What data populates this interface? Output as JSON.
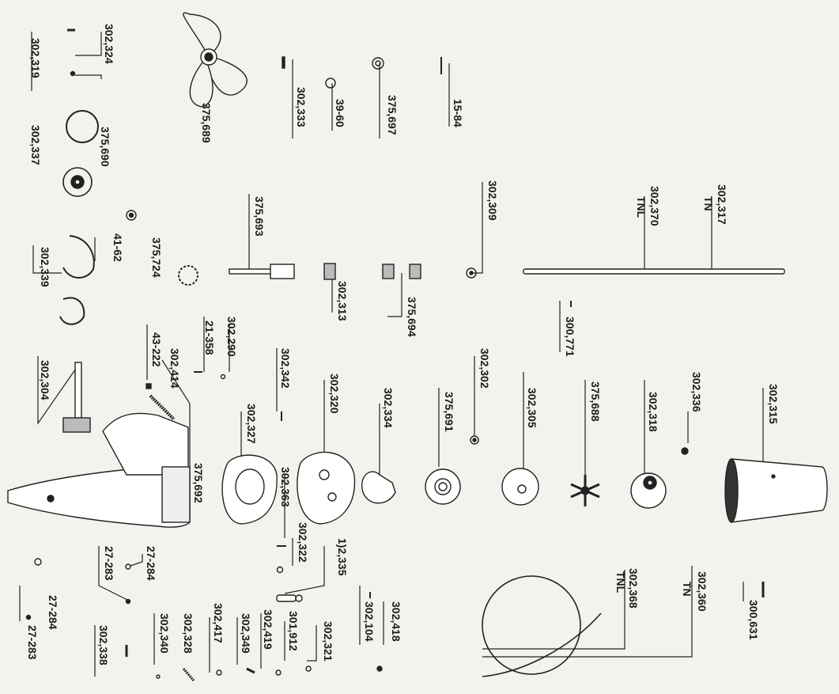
{
  "diagram": {
    "labels": {
      "p302324": "302,324",
      "p302319": "302,319",
      "p375689": "375,689",
      "p302333": "302,333",
      "p3960": "39-60",
      "p375697": "375,697",
      "p1584": "15-84",
      "p302337": "302,337",
      "p375690": "375,690",
      "p302309": "302,309",
      "p302370": "302,370",
      "tnl_a": "TNL",
      "p302317": "302,317",
      "tn_a": "TN",
      "p375693": "375,693",
      "p4162": "41-62",
      "p302339": "302,339",
      "p375724": "375,724",
      "p302313": "302,313",
      "p375694": "375,694",
      "p300771": "300,771",
      "p302290": "302,290",
      "p21358": "21-358",
      "p43222": "43-222",
      "p302414": "302,414",
      "p302342": "302,342",
      "p302304": "302,304",
      "p302320": "302,320",
      "p302334": "302,334",
      "p375691": "375,691",
      "p302302": "302,302",
      "p302305": "302,305",
      "p375688": "375,688",
      "p302318": "302,318",
      "p302336": "302,336",
      "p302315": "302,315",
      "p302327": "302,327",
      "p375692": "375,692",
      "p302363": "302,363",
      "p302322": "302,322",
      "p302335": "1)2,335",
      "p27284a": "27-284",
      "p27283a": "27-283",
      "p302368": "302,368",
      "tnl_b": "TNL",
      "p302360": "302,360",
      "tn_b": "TN",
      "p300631": "300,631",
      "p27284b": "27-284",
      "p27283b": "27-283",
      "p302338": "302,338",
      "p302340": "302,340",
      "p302328": "302,328",
      "p302417": "302,417",
      "p302349": "302,349",
      "p302419": "302,419",
      "p301912": "301,912",
      "p302321": "302,321",
      "p302418": "302,418",
      "p302104": "302,104"
    }
  }
}
